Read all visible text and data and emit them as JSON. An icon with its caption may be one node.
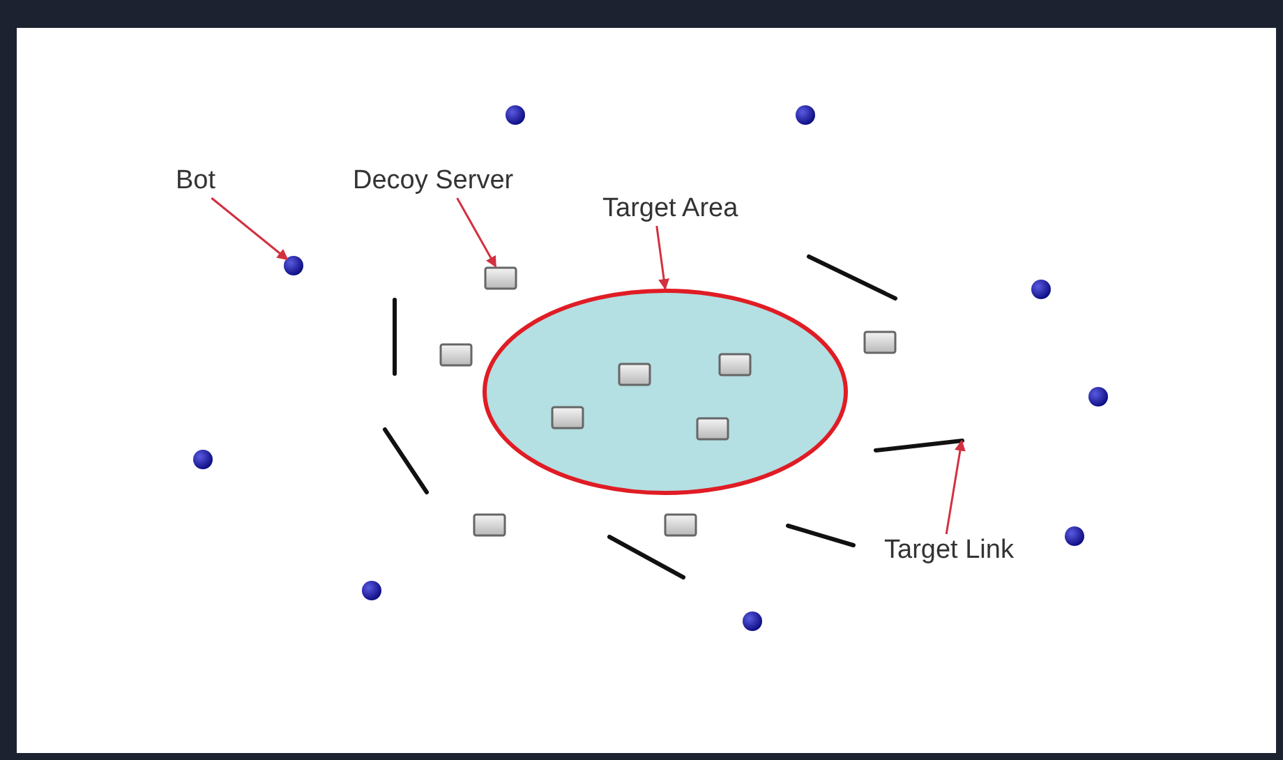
{
  "diagram": {
    "nodes": [
      {
        "text": [
          "Bot"
        ]
      },
      {
        "text": [],
        "shape": "circle"
      },
      {
        "text": [
          "Decoy Server"
        ]
      },
      {
        "text": [],
        "shape": "box"
      },
      {
        "text": [
          "Target Area"
        ]
      },
      {
        "text": [],
        "shape": "ellipse"
      },
      {
        "text": [],
        "shape": "box",
        "in": 5
      },
      {
        "text": [],
        "shape": "box",
        "in": 5
      },
      {
        "text": [],
        "shape": "box",
        "in": 5
      },
      {
        "text": [],
        "shape": "box",
        "in": 5
      },
      {
        "text": [
          "Target Link"
        ]
      },
      {
        "text": [],
        "shape": "line"
      },
      {
        "text": [],
        "shape": "circle"
      },
      {
        "text": [],
        "shape": "circle"
      },
      {
        "text": [],
        "shape": "circle"
      },
      {
        "text": [],
        "shape": "circle"
      },
      {
        "text": [],
        "shape": "circle"
      },
      {
        "text": [],
        "shape": "circle"
      },
      {
        "text": [],
        "shape": "circle"
      },
      {
        "text": [],
        "shape": "circle"
      },
      {
        "text": [],
        "shape": "box"
      },
      {
        "text": [],
        "shape": "box"
      },
      {
        "text": [],
        "shape": "box"
      },
      {
        "text": [],
        "shape": "box"
      },
      {
        "text": [],
        "shape": "line"
      },
      {
        "text": [],
        "shape": "line"
      },
      {
        "text": [],
        "shape": "line"
      },
      {
        "text": [],
        "shape": "line"
      },
      {
        "text": [],
        "shape": "line"
      }
    ],
    "edges": [
      {
        "from": 0,
        "to": 1,
        "arrow": "to"
      },
      {
        "from": 2,
        "to": 3,
        "arrow": "to"
      },
      {
        "from": 4,
        "to": 5,
        "arrow": "to"
      },
      {
        "from": 10,
        "to": 11,
        "arrow": "to"
      }
    ]
  }
}
